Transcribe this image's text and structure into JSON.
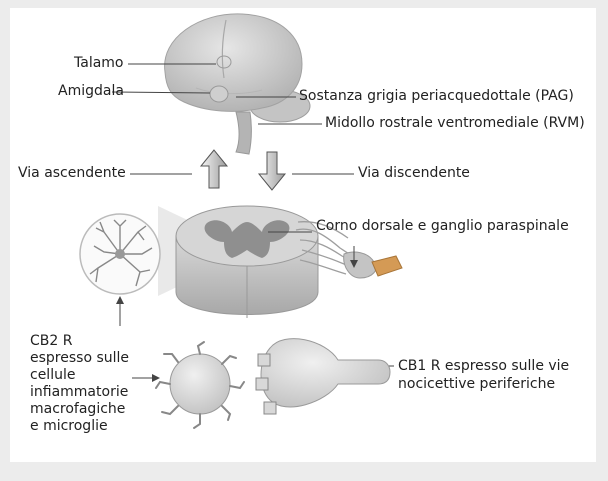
{
  "labels": {
    "talamo": "Talamo",
    "amigdala": "Amigdala",
    "pag": "Sostanza grigia periacquedottale (PAG)",
    "rvm": "Midollo rostrale ventromediale (RVM)",
    "via_ascendente": "Via ascendente",
    "via_discendente": "Via discendente",
    "corno_dorsale": "Corno dorsale e ganglio paraspinale",
    "cb2_lines": [
      "CB2 R",
      "espresso sulle",
      "cellule",
      "infiammatorie",
      "macrofagiche",
      "e microglie"
    ],
    "cb1_lines": [
      "CB1 R espresso sulle vie",
      "nocicettive periferiche"
    ]
  },
  "colors": {
    "background": "#ececec",
    "panel": "#ffffff",
    "structure_light": "#d2d2d2",
    "structure_mid": "#b9b9b9",
    "structure_dark": "#8e8e8e",
    "nerve_accent": "#d49a55",
    "text": "#222222"
  }
}
